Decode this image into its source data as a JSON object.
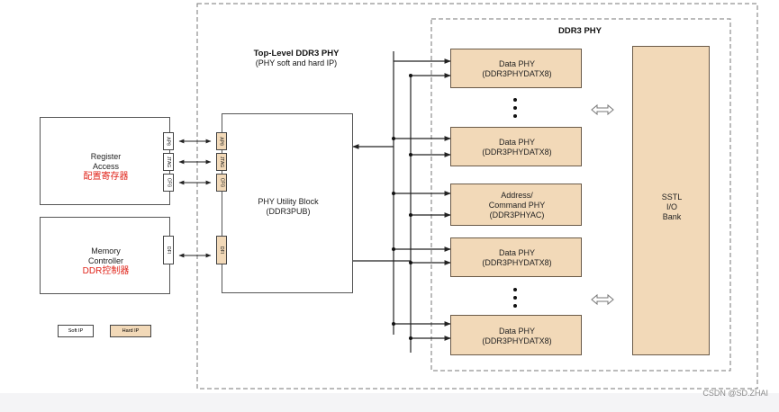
{
  "diagram": {
    "phy_title": [
      "Top-Level DDR3 PHY",
      "(PHY soft and hard IP)"
    ],
    "ddr3_phy_label": "DDR3 PHY",
    "register_access": {
      "label": [
        "Register",
        "Access"
      ],
      "cn": "配置寄存器"
    },
    "memory_controller": {
      "label": [
        "Memory",
        "Controller"
      ],
      "cn": "DDR控制器"
    },
    "utility_block": [
      "PHY Utility Block",
      "(DDR3PUB)"
    ],
    "ports": {
      "left": [
        "AP8",
        "JTAG",
        "CFG",
        "DFI"
      ],
      "right": [
        "AP8",
        "JTAG",
        "CFG",
        "DFI"
      ]
    },
    "data_phy": {
      "line1": "Data PHY",
      "line2": "(DDR3PHYDATX8)"
    },
    "addr_phy": [
      "Address/",
      "Command PHY",
      "(DDR3PHYAC)"
    ],
    "sstl": [
      "SSTL",
      "I/O",
      "Bank"
    ],
    "legend": {
      "soft": "Soft IP",
      "hard": "Hard IP"
    },
    "colors": {
      "hard_ip": "#f2d9b8",
      "dashed": "#777777",
      "cn_text": "#e0241a"
    }
  },
  "watermark": "CSDN @SD.ZHAI"
}
